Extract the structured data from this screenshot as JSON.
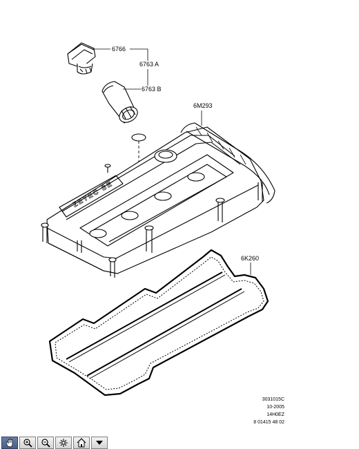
{
  "callouts": {
    "oil_cap": "6766",
    "seal_a": "6763 A",
    "seal_b": "6763 B",
    "cover": "6M293",
    "gasket": "6K260"
  },
  "cover_lettering": "ZETEC SE",
  "reference": {
    "line1": "3031015C",
    "line2": "10-2005",
    "line3": "14H0EZ",
    "line4": "8 01415 48 02"
  },
  "toolbar": {
    "buttons": [
      {
        "icon": "pan-hand-icon",
        "active": true
      },
      {
        "icon": "zoom-in-icon",
        "active": false
      },
      {
        "icon": "zoom-out-icon",
        "active": false
      },
      {
        "icon": "fit-view-icon",
        "active": false
      },
      {
        "icon": "home-icon",
        "active": false
      },
      {
        "icon": "dropdown-arrow-icon",
        "active": false
      }
    ]
  }
}
